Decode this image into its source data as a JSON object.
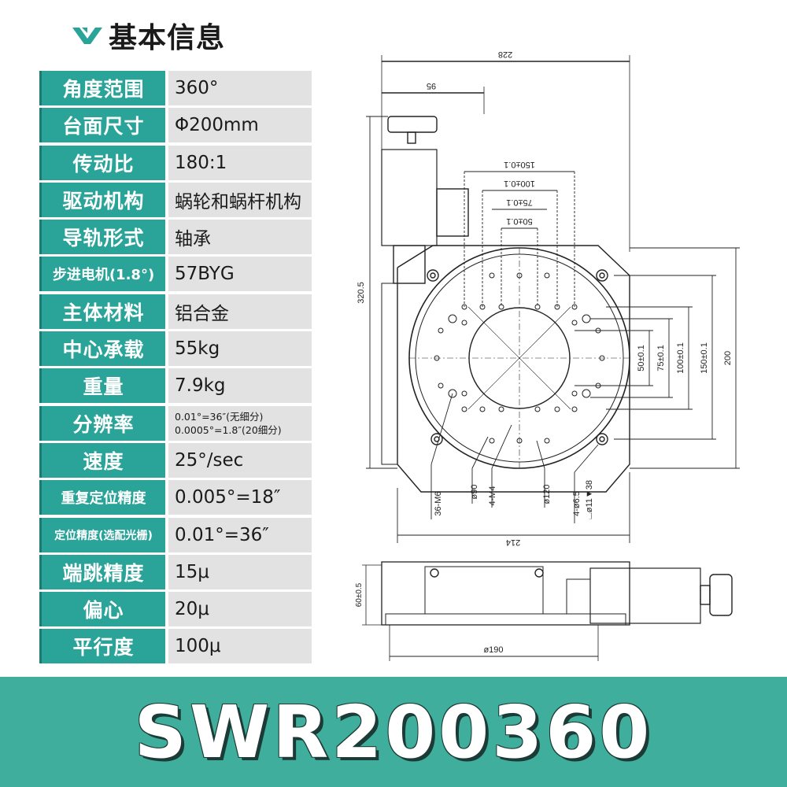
{
  "header": {
    "title": "基本信息"
  },
  "specs": [
    {
      "label": "角度范围",
      "value": "360°"
    },
    {
      "label": "台面尺寸",
      "value": "Φ200mm"
    },
    {
      "label": "传动比",
      "value": "180:1"
    },
    {
      "label": "驱动机构",
      "value": "蜗轮和蜗杆机构"
    },
    {
      "label": "导轨形式",
      "value": "轴承"
    },
    {
      "label": "步进电机(1.8°)",
      "value": "57BYG"
    },
    {
      "label": "主体材料",
      "value": "铝合金"
    },
    {
      "label": "中心承载",
      "value": "55kg"
    },
    {
      "label": "重量",
      "value": "7.9kg"
    },
    {
      "label": "分辨率",
      "value_line1": "0.01°=36″(无细分)",
      "value_line2": "0.0005°=1.8″(20细分)"
    },
    {
      "label": "速度",
      "value": "25°/sec"
    },
    {
      "label": "重复定位精度",
      "value": "0.005°=18″"
    },
    {
      "label": "定位精度(选配光栅)",
      "value": "0.01°=36″"
    },
    {
      "label": "端跳精度",
      "value": "15μ"
    },
    {
      "label": "偏心",
      "value": "20μ"
    },
    {
      "label": "平行度",
      "value": "100μ"
    }
  ],
  "drawing": {
    "dims": {
      "width_top": "228",
      "motor_offset": "95",
      "pitch_150": "150±0.1",
      "pitch_100": "100±0.1",
      "pitch_75": "75±0.1",
      "pitch_50": "50±0.1",
      "height_total": "320.5",
      "v50": "50±0.1",
      "v75": "75±0.1",
      "v100": "100±0.1",
      "v150": "150±0.1",
      "v200": "200",
      "hole_36": "36-M6",
      "dia_90": "ø90",
      "hole_4m4": "4-M4",
      "dia_120": "ø120",
      "hole_4": "4-ø6.5",
      "counterbore": "⌴ø11▼38",
      "width_214": "214",
      "height_60": "60±0.5",
      "dia_190": "ø190"
    }
  },
  "banner": {
    "model": "SWR200360"
  },
  "colors": {
    "teal": "#2aa398",
    "banner": "#3fae9c",
    "value_bg": "#e2e2e2"
  }
}
